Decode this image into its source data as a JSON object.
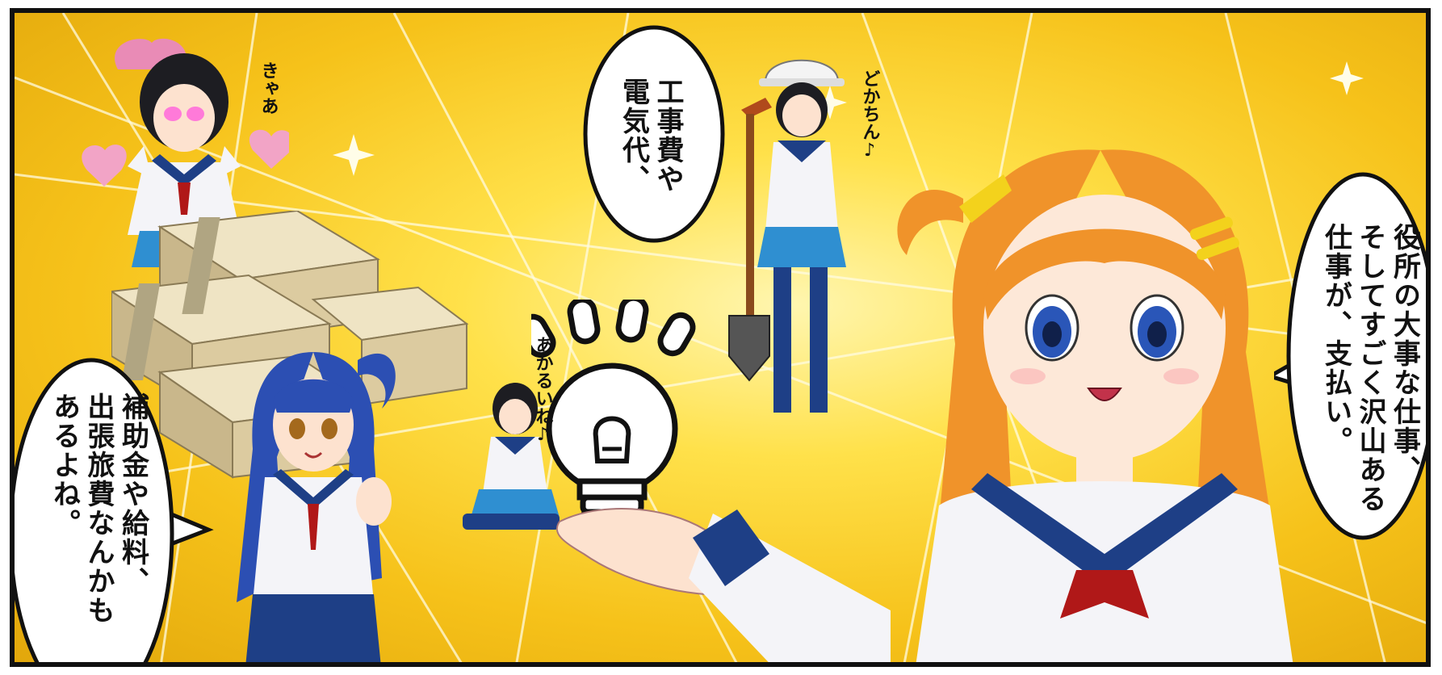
{
  "speech": {
    "top_center": "工事費や\n電気代、",
    "right": "役所の大事な仕事、\nそしてすごく沢山ある\n仕事が、支払い。",
    "left": "補助金や給料、\n出張旅費なんかも\nあるよね。"
  },
  "sfx": {
    "kyaa": "きゃあ",
    "dokachin": "どかちん♪",
    "akarui": "あかるいね♪"
  },
  "colors": {
    "bg_yellow": "#f6c21a",
    "sailor_navy": "#1e3f86",
    "skirt_blue": "#2f8fd1",
    "hair_orange": "#f0932a",
    "hair_blue": "#2c4fb3",
    "tie_red": "#b01818",
    "money_tan": "#d8c9a0"
  }
}
